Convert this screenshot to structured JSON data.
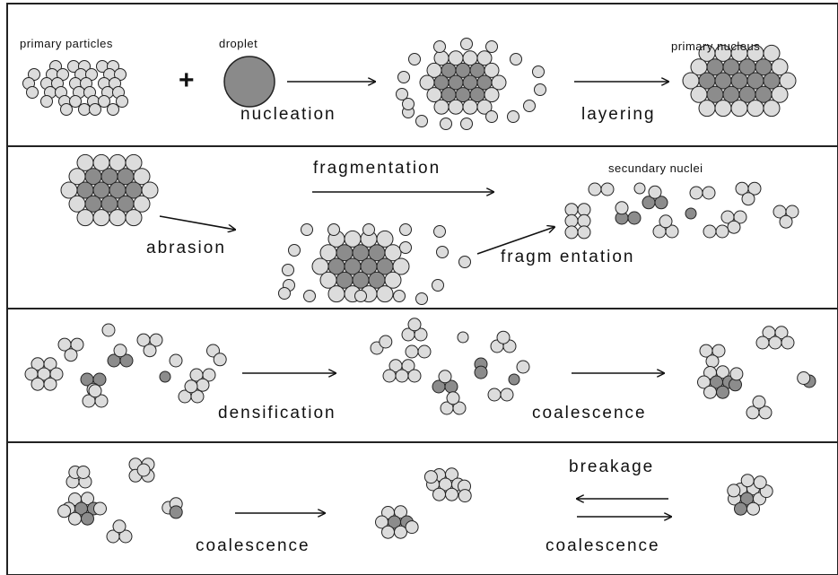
{
  "labels": {
    "primary_particles": "primary particles",
    "droplet": "droplet",
    "plus": "+",
    "nucleation": "nucleation",
    "layering": "layering",
    "primary_nucleus": "primary nucleus",
    "fragmentation_top": "fragmentation",
    "secundary_nuclei": "secundary nuclei",
    "abrasion": "abrasion",
    "fragmentation_bottom": "fragm entation",
    "densification": "densification",
    "coalescence_row3": "coalescence",
    "breakage": "breakage",
    "coalescence_row4_left": "coalescence",
    "coalescence_row4_right": "coalescence"
  },
  "colors": {
    "light_particle": "#dcdcdc",
    "dark_particle": "#8c8c8c",
    "droplet": "#8a8a8a",
    "stroke": "#222222"
  }
}
